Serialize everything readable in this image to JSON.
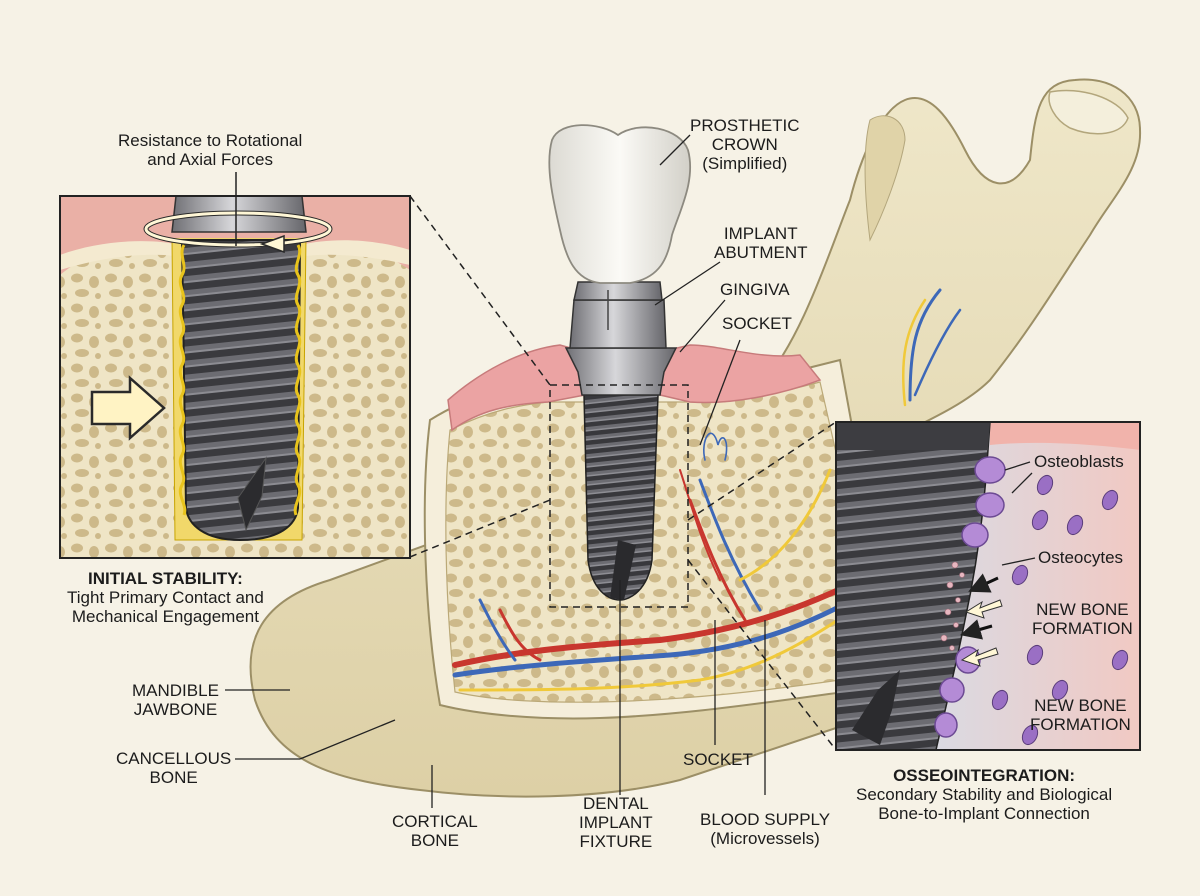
{
  "colors": {
    "background": "#f6f2e6",
    "bone": "#ece3c4",
    "bone_shadow": "#d6c9a0",
    "cortical": "#f3ecd6",
    "gingiva": "#eba3a3",
    "implant": "#4a4a4e",
    "abutment": "#a9a9ad",
    "crown": "#f4f3ef",
    "artery": "#c8362e",
    "vein": "#3d68b8",
    "nerve": "#f0c93a",
    "osteoblast": "#b48bd6",
    "osteocyte": "#9a6fc4",
    "interface_fluid": "#bcd9ee"
  },
  "inset_left": {
    "force_label_line1": "Resistance to Rotational",
    "force_label_line2": "and Axial Forces",
    "title": "INITIAL STABILITY:",
    "caption_line1": "Tight Primary Contact and",
    "caption_line2": "Mechanical Engagement",
    "arrow_icon": "push-arrow-icon",
    "rotation_icon": "rotation-arrow-icon"
  },
  "inset_right": {
    "osteoblasts": "Osteoblasts",
    "osteocytes": "Osteocytes",
    "new_bone_1_line1": "NEW BONE",
    "new_bone_1_line2": "FORMATION",
    "new_bone_2_line1": "NEW BONE",
    "new_bone_2_line2": "FORMATION",
    "title": "OSSEOINTEGRATION:",
    "caption_line1": "Secondary Stability and Biological",
    "caption_line2": "Bone-to-Implant Connection"
  },
  "labels": {
    "crown_line1": "PROSTHETIC",
    "crown_line2": "CROWN",
    "crown_line3": "(Simplified)",
    "abutment_line1": "IMPLANT",
    "abutment_line2": "ABUTMENT",
    "gingiva": "GINGIVA",
    "socket_top": "SOCKET",
    "mandible_line1": "MANDIBLE",
    "mandible_line2": "JAWBONE",
    "cancellous_line1": "CANCELLOUS",
    "cancellous_line2": "BONE",
    "cortical_line1": "CORTICAL",
    "cortical_line2": "BONE",
    "fixture_line1": "DENTAL",
    "fixture_line2": "IMPLANT",
    "fixture_line3": "FIXTURE",
    "socket_bottom": "SOCKET",
    "blood_line1": "BLOOD SUPPLY",
    "blood_line2": "(Microvessels)"
  }
}
